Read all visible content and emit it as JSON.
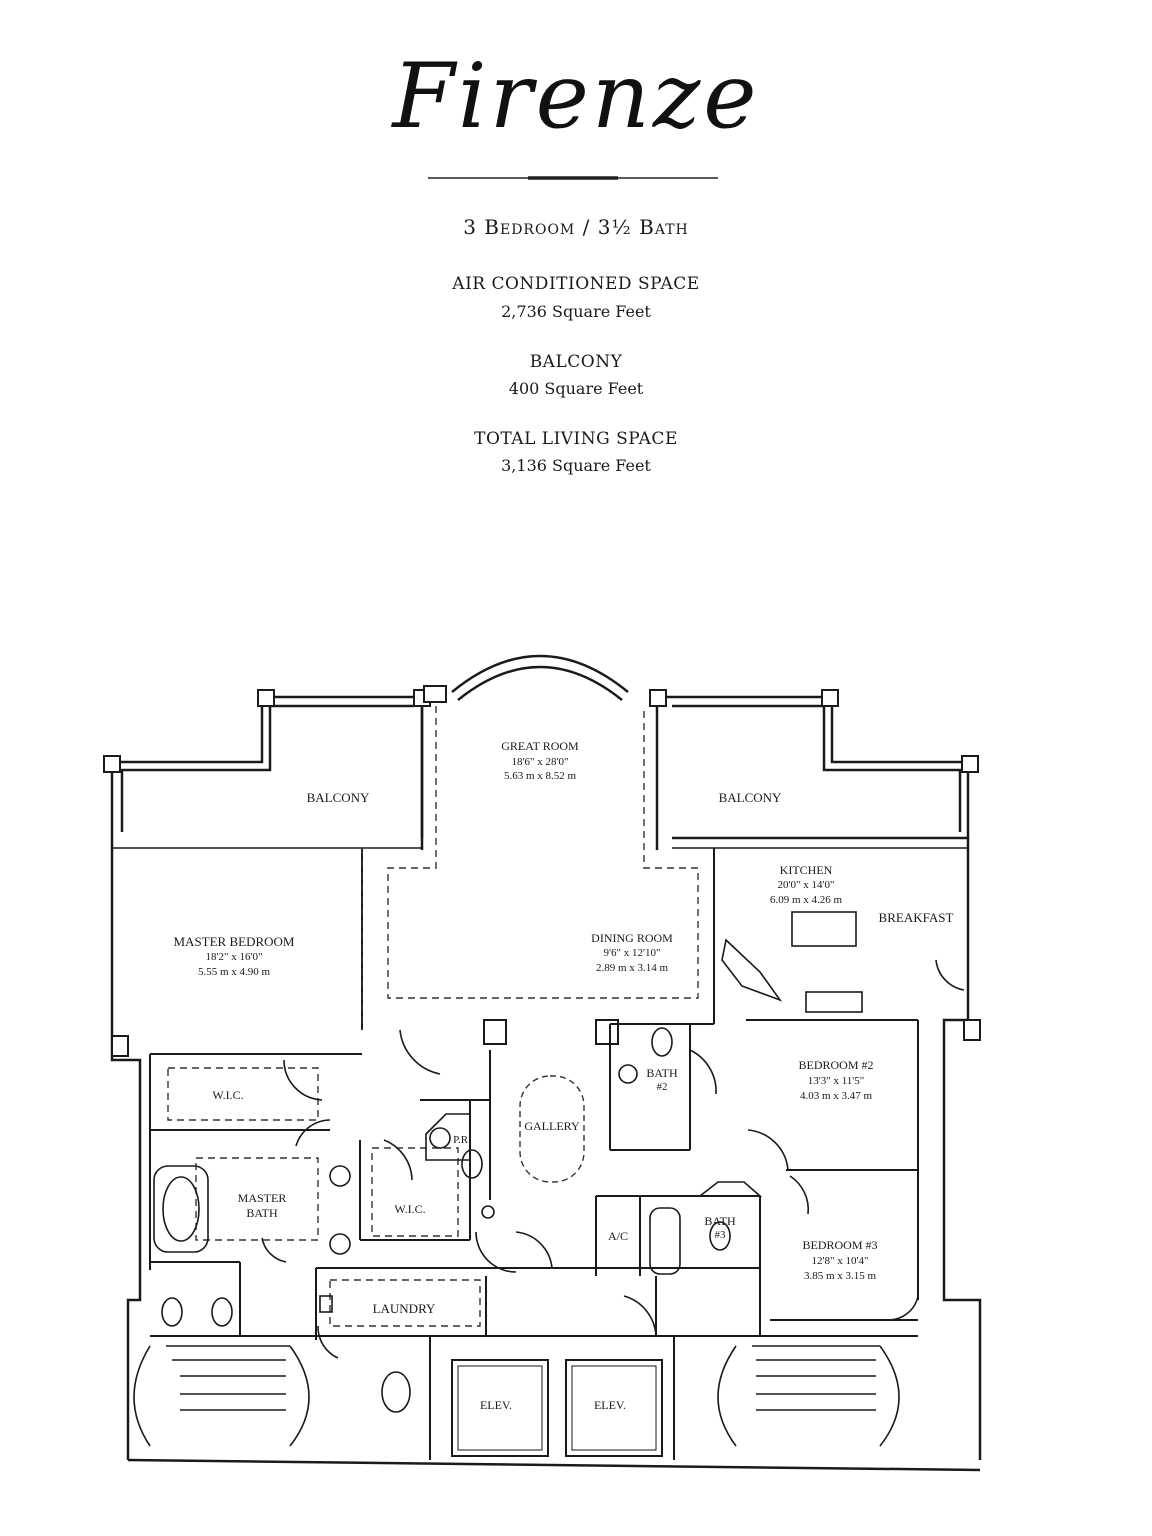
{
  "header": {
    "title": "Firenze",
    "subtitle": "3 Bedroom / 3½ Bath",
    "specs": [
      {
        "label": "AIR CONDITIONED SPACE",
        "value": "2,736 Square Feet"
      },
      {
        "label": "BALCONY",
        "value": "400 Square Feet"
      },
      {
        "label": "TOTAL LIVING SPACE",
        "value": "3,136 Square Feet"
      }
    ]
  },
  "plan": {
    "balcony_left": "BALCONY",
    "balcony_right": "BALCONY",
    "great_room": {
      "name": "GREAT ROOM",
      "dim_ft": "18'6\" x 28'0\"",
      "dim_m": "5.63 m x 8.52 m"
    },
    "kitchen": {
      "name": "KITCHEN",
      "dim_ft": "20'0\" x 14'0\"",
      "dim_m": "6.09 m x 4.26 m"
    },
    "breakfast": "BREAKFAST",
    "master_bedroom": {
      "name": "MASTER BEDROOM",
      "dim_ft": "18'2\" x 16'0\"",
      "dim_m": "5.55 m x 4.90 m"
    },
    "dining_room": {
      "name": "DINING ROOM",
      "dim_ft": "9'6\" x 12'10\"",
      "dim_m": "2.89 m x 3.14 m"
    },
    "wic_1": "W.I.C.",
    "wic_2": "W.I.C.",
    "powder_room": "P.R.",
    "gallery": "GALLERY",
    "bath_2": {
      "name": "BATH",
      "num": "#2"
    },
    "bedroom_2": {
      "name": "BEDROOM #2",
      "dim_ft": "13'3\" x 11'5\"",
      "dim_m": "4.03 m x 3.47 m"
    },
    "master_bath": {
      "line1": "MASTER",
      "line2": "BATH"
    },
    "ac": "A/C",
    "bath_3": {
      "name": "BATH",
      "num": "#3"
    },
    "bedroom_3": {
      "name": "BEDROOM #3",
      "dim_ft": "12'8\" x 10'4\"",
      "dim_m": "3.85 m x 3.15 m"
    },
    "laundry": "LAUNDRY",
    "elev_1": "ELEV.",
    "elev_2": "ELEV."
  }
}
